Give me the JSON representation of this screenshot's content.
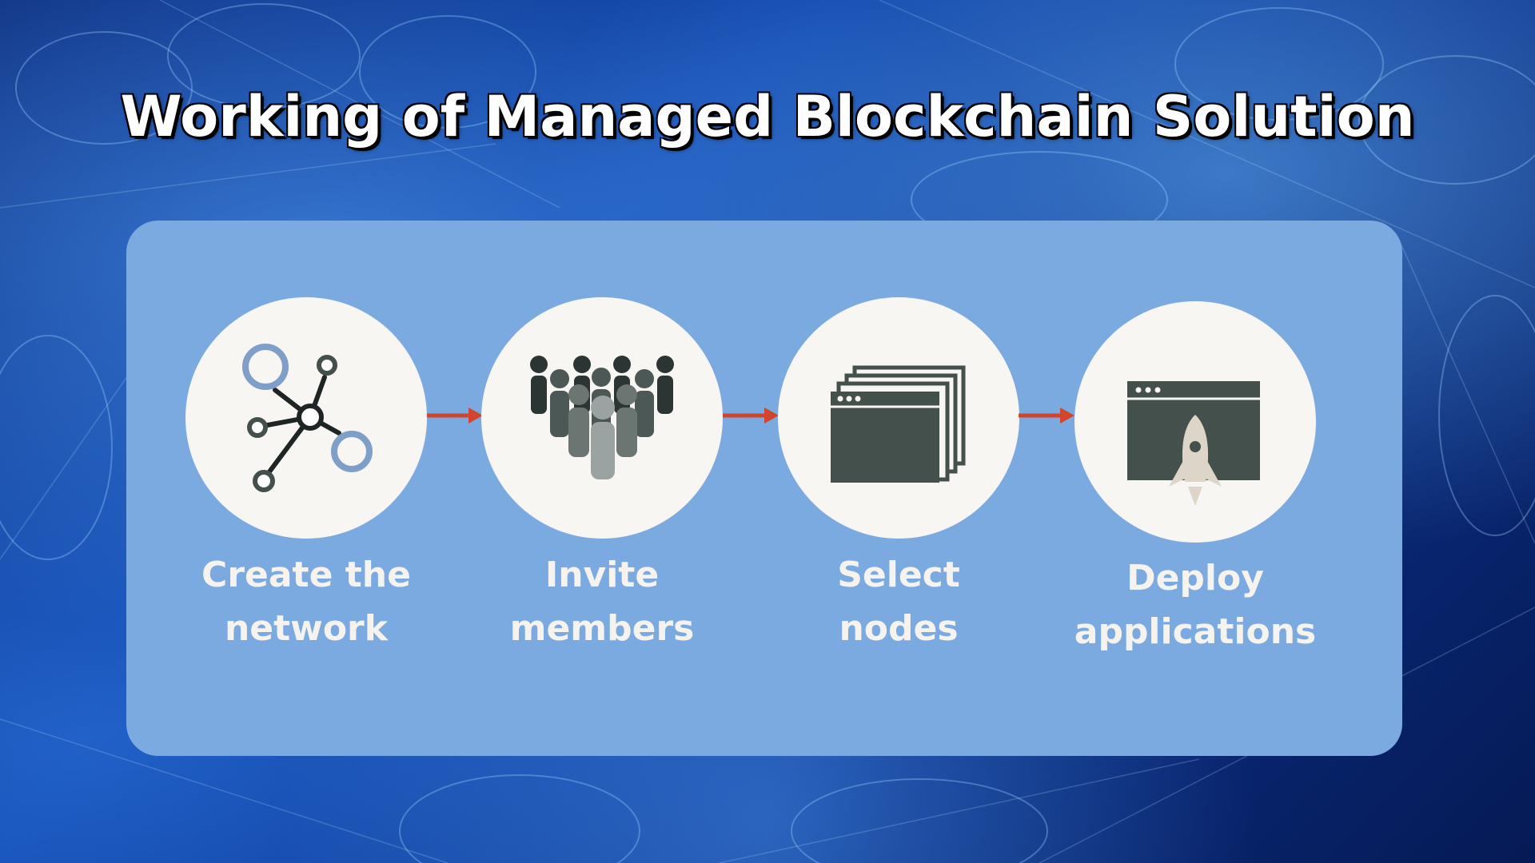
{
  "title": "Working of Managed Blockchain Solution",
  "steps": [
    {
      "line1": "Create the",
      "line2": "network",
      "icon": "network-icon"
    },
    {
      "line1": "Invite",
      "line2": "members",
      "icon": "people-group-icon"
    },
    {
      "line1": "Select",
      "line2": "nodes",
      "icon": "stacked-windows-icon"
    },
    {
      "line1": "Deploy",
      "line2": "applications",
      "icon": "rocket-window-icon"
    }
  ],
  "colors": {
    "panel": "#7aaae0",
    "circle": "#f8f6f3",
    "arrow": "#d2452d",
    "icon_dark": "#44504c",
    "icon_accent": "#7f9fc8",
    "label": "#f6f3ee"
  }
}
